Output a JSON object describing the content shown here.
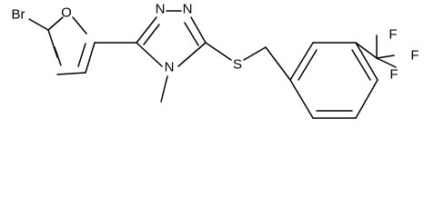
{
  "molecule": {
    "atoms": {
      "br": "Br",
      "o_furan": "O",
      "n1": "N",
      "n2": "N",
      "n4": "N",
      "s": "S",
      "f1": "F",
      "f2": "F",
      "f3": "F"
    }
  }
}
